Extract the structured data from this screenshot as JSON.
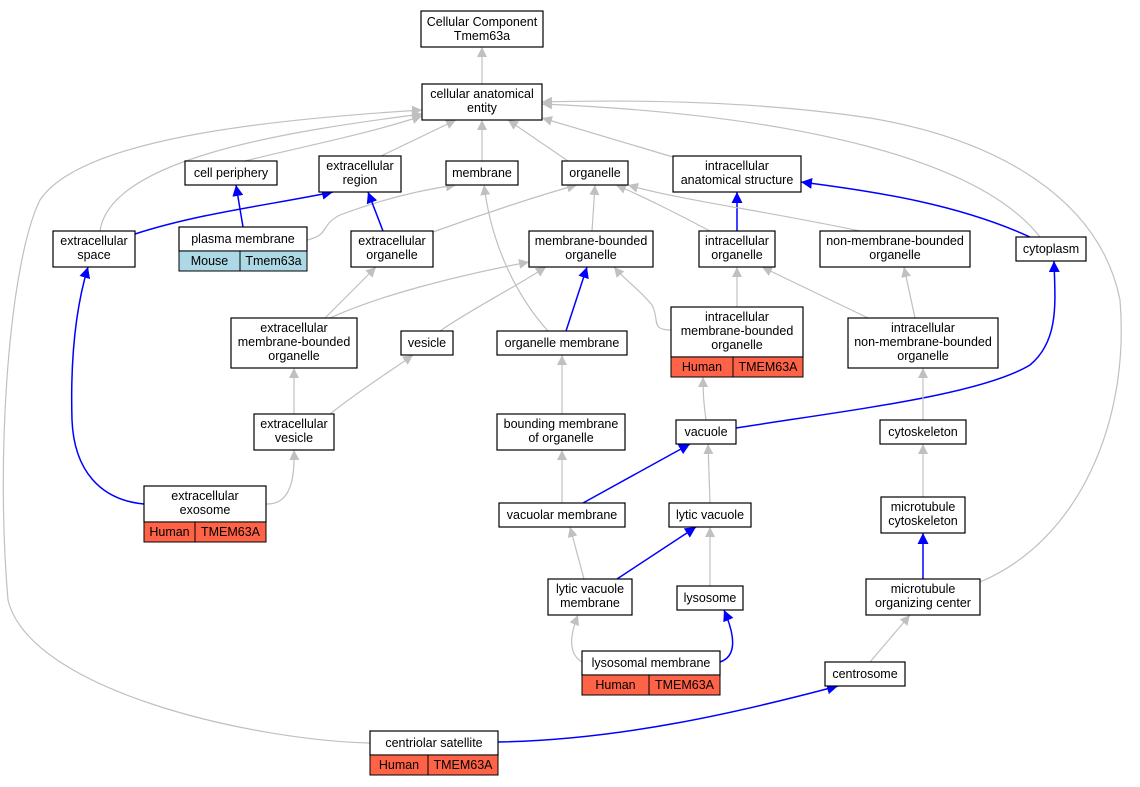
{
  "colors": {
    "human": "#ff6347",
    "mouse": "#add8e6",
    "is_a_edge": "#c0c0c0",
    "part_of_edge": "#0000ff"
  },
  "nodes": [
    {
      "id": "root",
      "lines": [
        "Cellular Component",
        "Tmem63a"
      ]
    },
    {
      "id": "cae",
      "lines": [
        "cellular anatomical",
        "entity"
      ]
    },
    {
      "id": "cellper",
      "lines": [
        "cell periphery"
      ]
    },
    {
      "id": "extreg",
      "lines": [
        "extracellular",
        "region"
      ]
    },
    {
      "id": "membrane",
      "lines": [
        "membrane"
      ]
    },
    {
      "id": "organelle",
      "lines": [
        "organelle"
      ]
    },
    {
      "id": "ias",
      "lines": [
        "intracellular",
        "anatomical structure"
      ]
    },
    {
      "id": "extspace",
      "lines": [
        "extracellular",
        "space"
      ]
    },
    {
      "id": "plasma",
      "lines": [
        "plasma membrane"
      ],
      "species": "Mouse",
      "gene": "Tmem63a"
    },
    {
      "id": "extorg",
      "lines": [
        "extracellular",
        "organelle"
      ]
    },
    {
      "id": "mbo",
      "lines": [
        "membrane-bounded",
        "organelle"
      ]
    },
    {
      "id": "intorg",
      "lines": [
        "intracellular",
        "organelle"
      ]
    },
    {
      "id": "nmbo",
      "lines": [
        "non-membrane-bounded",
        "organelle"
      ]
    },
    {
      "id": "cytoplasm",
      "lines": [
        "cytoplasm"
      ]
    },
    {
      "id": "embo",
      "lines": [
        "extracellular",
        "membrane-bounded",
        "organelle"
      ]
    },
    {
      "id": "vesicle",
      "lines": [
        "vesicle"
      ]
    },
    {
      "id": "orgmem",
      "lines": [
        "organelle membrane"
      ]
    },
    {
      "id": "imbo",
      "lines": [
        "intracellular",
        "membrane-bounded",
        "organelle"
      ],
      "species": "Human",
      "gene": "TMEM63A"
    },
    {
      "id": "inmbo",
      "lines": [
        "intracellular",
        "non-membrane-bounded",
        "organelle"
      ]
    },
    {
      "id": "extves",
      "lines": [
        "extracellular",
        "vesicle"
      ]
    },
    {
      "id": "bmo",
      "lines": [
        "bounding membrane",
        "of organelle"
      ]
    },
    {
      "id": "vacuole",
      "lines": [
        "vacuole"
      ]
    },
    {
      "id": "cytoskel",
      "lines": [
        "cytoskeleton"
      ]
    },
    {
      "id": "exosome",
      "lines": [
        "extracellular",
        "exosome"
      ],
      "species": "Human",
      "gene": "TMEM63A"
    },
    {
      "id": "vacmem",
      "lines": [
        "vacuolar membrane"
      ]
    },
    {
      "id": "lytvac",
      "lines": [
        "lytic vacuole"
      ]
    },
    {
      "id": "mtcyto",
      "lines": [
        "microtubule",
        "cytoskeleton"
      ]
    },
    {
      "id": "lvm",
      "lines": [
        "lytic vacuole",
        "membrane"
      ]
    },
    {
      "id": "lysosome",
      "lines": [
        "lysosome"
      ]
    },
    {
      "id": "mtoc",
      "lines": [
        "microtubule",
        "organizing center"
      ]
    },
    {
      "id": "lysmem",
      "lines": [
        "lysosomal membrane"
      ],
      "species": "Human",
      "gene": "TMEM63A"
    },
    {
      "id": "centrosome",
      "lines": [
        "centrosome"
      ]
    },
    {
      "id": "censat",
      "lines": [
        "centriolar satellite"
      ],
      "species": "Human",
      "gene": "TMEM63A"
    }
  ]
}
